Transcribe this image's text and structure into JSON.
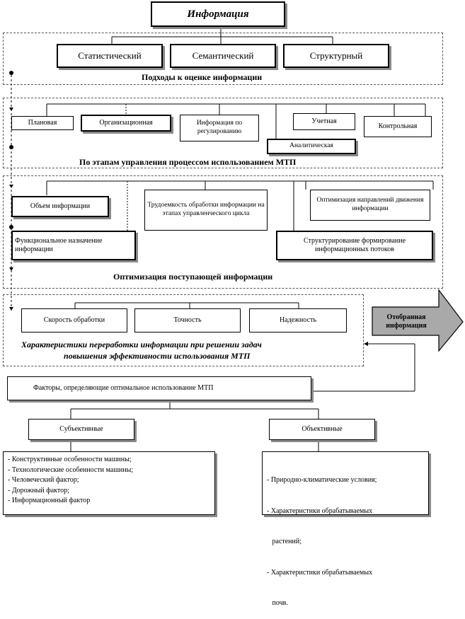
{
  "root": {
    "label": "Информация"
  },
  "approaches": {
    "label": "Подходы к оценке информации",
    "items": [
      "Статистический",
      "Семантический",
      "Структурный"
    ]
  },
  "stages": {
    "label": "По этапам управления процессом использованием МТП",
    "items": {
      "planned": "Плановая",
      "organizational": "Организационная",
      "regulation": "Информация по регулированию",
      "accounting": "Учетная",
      "analytical": "Аналитическая",
      "control": "Контрольная"
    }
  },
  "optimization": {
    "label": "Оптимизация поступающей информации",
    "items": {
      "volume": "Объем информации",
      "labor": "Трудоемкость обработки информации на этапах управленческого цикла",
      "directions": "Оптимизация направлений движения информации",
      "purpose": "Функциональное назначение информации",
      "structuring": "Структурирование формирование информационных потоков"
    }
  },
  "processing": {
    "label_line1": "Характеристики переработки информации при решении задач",
    "label_line2": "повышения эффективности использования  МТП",
    "items": [
      "Скорость обработки",
      "Точность",
      "Надежность"
    ]
  },
  "selected": {
    "label": "Отобранная информация"
  },
  "factors": {
    "label": "Факторы, определяющие оптимальное использование МТП",
    "subjective": {
      "label": "Субъективные",
      "items": [
        "-  Конструктивные  особенности машины;",
        "-  Технологические  особенности машины;",
        "-  Человеческий фактор;",
        "-  Дорожный фактор;",
        "-  Информационный фактор"
      ]
    },
    "objective": {
      "label": "Объективные",
      "items": [
        "-  Природно-климатические  условия;",
        "-  Характеристики  обрабатываемых",
        "   растений;",
        "-  Характеристики  обрабатываемых",
        "   почв."
      ]
    }
  }
}
